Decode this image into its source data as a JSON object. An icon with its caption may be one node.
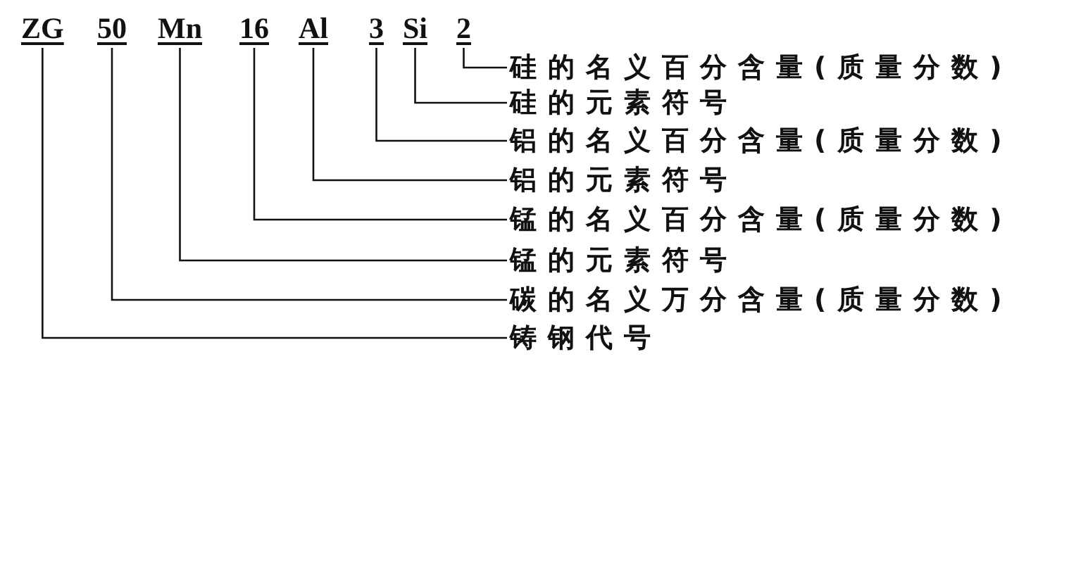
{
  "diagram": {
    "nodes": [
      {
        "text": [
          "ZG"
        ]
      },
      {
        "text": [
          "50"
        ]
      },
      {
        "text": [
          "Mn"
        ]
      },
      {
        "text": [
          "16"
        ]
      },
      {
        "text": [
          "Al"
        ]
      },
      {
        "text": [
          "3"
        ]
      },
      {
        "text": [
          "Si"
        ]
      },
      {
        "text": [
          "2"
        ]
      },
      {
        "text": [
          "硅的名义百分含量(质量分数)"
        ]
      },
      {
        "text": [
          "硅的元素符号"
        ]
      },
      {
        "text": [
          "铝的名义百分含量(质量分数)"
        ]
      },
      {
        "text": [
          "铝的元素符号"
        ]
      },
      {
        "text": [
          "锰的名义百分含量(质量分数)"
        ]
      },
      {
        "text": [
          "锰的元素符号"
        ]
      },
      {
        "text": [
          "碳的名义万分含量(质量分数)"
        ]
      },
      {
        "text": [
          "铸钢代号"
        ]
      }
    ],
    "edges": [
      {
        "from": 7,
        "to": 8,
        "arrow": "none"
      },
      {
        "from": 6,
        "to": 9,
        "arrow": "none"
      },
      {
        "from": 5,
        "to": 10,
        "arrow": "none"
      },
      {
        "from": 4,
        "to": 11,
        "arrow": "none"
      },
      {
        "from": 3,
        "to": 12,
        "arrow": "none"
      },
      {
        "from": 2,
        "to": 13,
        "arrow": "none"
      },
      {
        "from": 1,
        "to": 14,
        "arrow": "none"
      },
      {
        "from": 0,
        "to": 15,
        "arrow": "none"
      }
    ]
  }
}
